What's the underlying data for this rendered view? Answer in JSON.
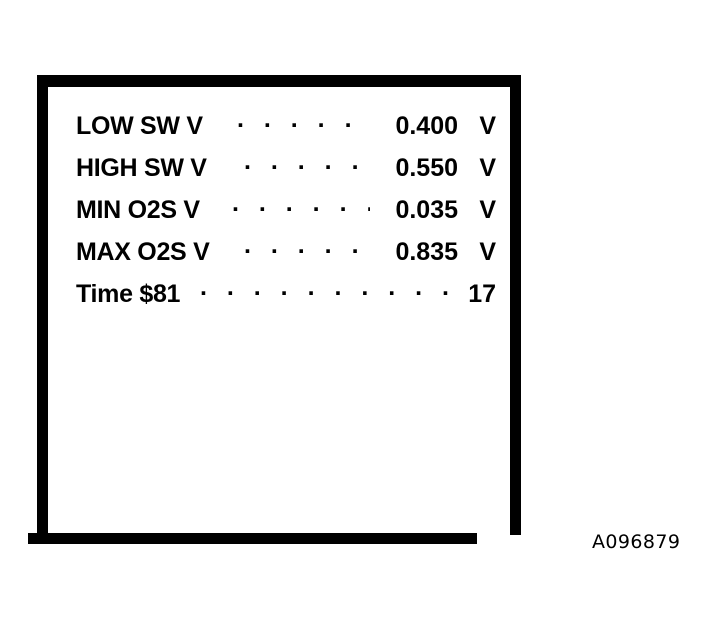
{
  "figure": {
    "reference_label": "A096879",
    "background_color": "#ffffff",
    "ink_color": "#000000"
  },
  "display_box": {
    "border_color": "#000000",
    "fill_color": "#ffffff"
  },
  "readout": {
    "lines": [
      {
        "label": "LOW SW V",
        "leader": ". . . . . . .",
        "value": "0.400",
        "unit": "V"
      },
      {
        "label": "HIGH SW V",
        "leader": ". . . . . . .",
        "value": "0.550",
        "unit": "V"
      },
      {
        "label": "MIN O2S V",
        "leader": ". . . . . . . .",
        "value": "0.035",
        "unit": "V"
      },
      {
        "label": "MAX O2S V",
        "leader": ". . . . . . .",
        "value": "0.835",
        "unit": "V"
      },
      {
        "label": "Time  $81",
        "leader": ". . . . . . . . . . . .",
        "value": "17",
        "unit": ""
      }
    ]
  }
}
